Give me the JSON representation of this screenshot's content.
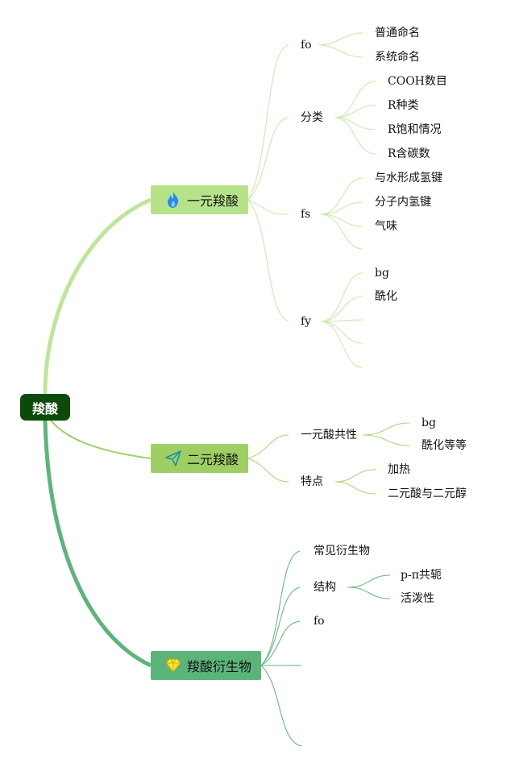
{
  "root": {
    "label": "羧酸"
  },
  "branches": [
    {
      "label": "一元羧酸",
      "icon": "fire-icon",
      "children": [
        {
          "label": "fo",
          "children": [
            "普通命名",
            "系统命名"
          ]
        },
        {
          "label": "分类",
          "children": [
            "COOH数目",
            "R种类",
            "R饱和情况",
            "R含碳数"
          ]
        },
        {
          "label": "fs",
          "children": [
            "与水形成氢键",
            "分子内氢键",
            "气味",
            ""
          ]
        },
        {
          "label": "fy",
          "children": [
            "bg",
            "酰化",
            "",
            "",
            ""
          ]
        }
      ]
    },
    {
      "label": "二元羧酸",
      "icon": "paper-plane-icon",
      "children": [
        {
          "label": "一元酸共性",
          "children": [
            "bg",
            "酰化等等"
          ]
        },
        {
          "label": "特点",
          "children": [
            "加热",
            "二元酸与二元醇"
          ]
        }
      ]
    },
    {
      "label": "羧酸衍生物",
      "icon": "diamond-icon",
      "children": [
        {
          "label": "常见衍生物",
          "children": []
        },
        {
          "label": "结构",
          "children": [
            "p-π共轭",
            "活泼性"
          ]
        },
        {
          "label": "fo",
          "children": []
        },
        {
          "label": "",
          "children": []
        },
        {
          "label": "",
          "children": []
        }
      ]
    }
  ],
  "colors": {
    "root": "#0b4a0b",
    "branch1": "#b6e38a",
    "branch2": "#9fcf63",
    "branch3": "#5bb57a",
    "line1": "#c2e6a0",
    "line2": "#9fcf63",
    "line3": "#5bb57a"
  }
}
